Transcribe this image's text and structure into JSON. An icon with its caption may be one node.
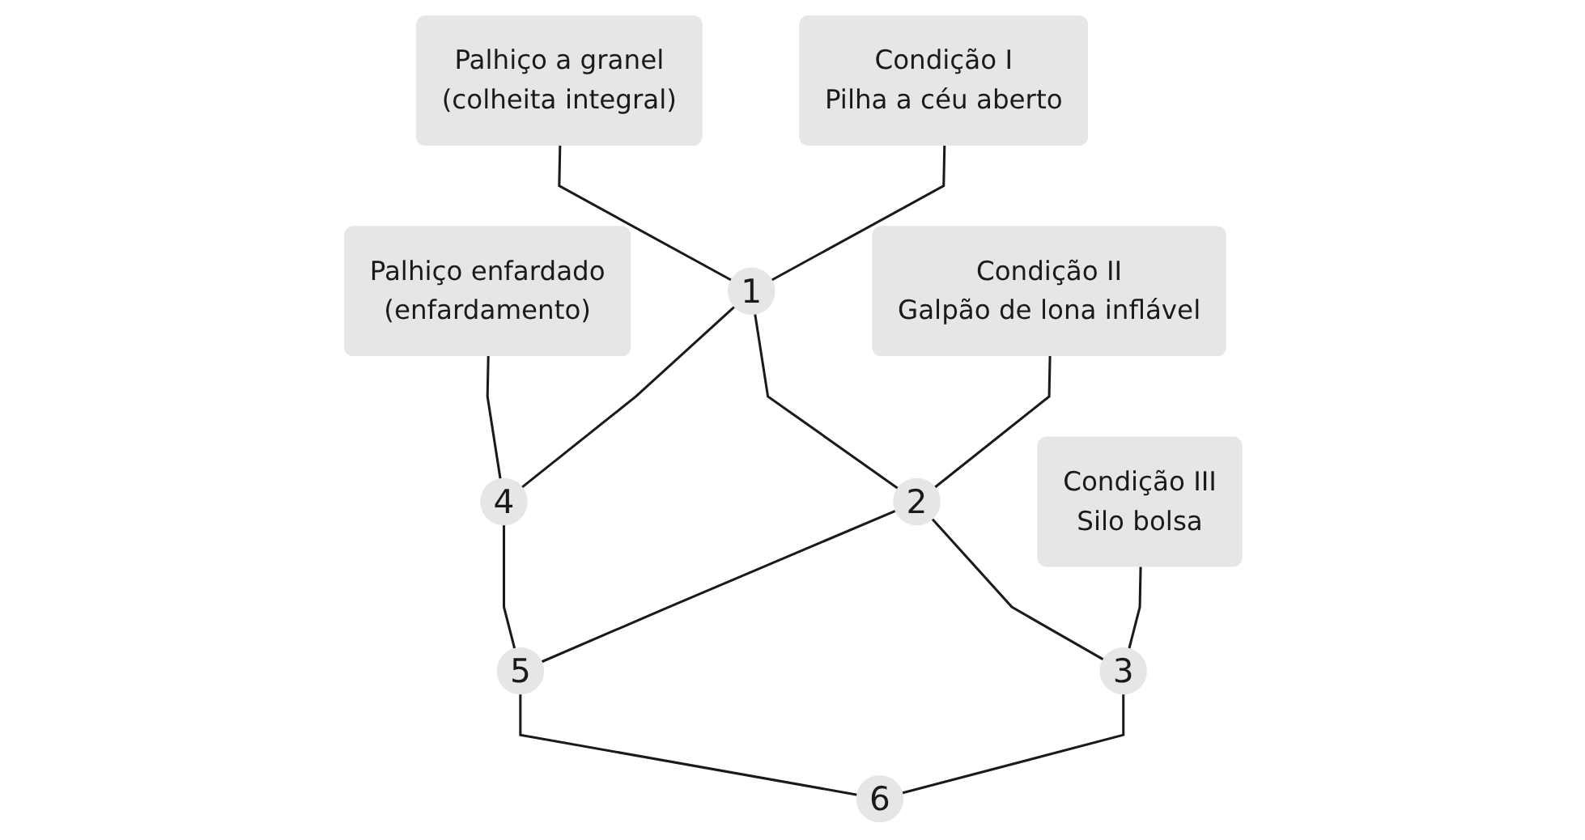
{
  "diagram": {
    "nodes": [
      {
        "text": [
          "Palhiço a granel",
          "(colheita integral)"
        ]
      },
      {
        "text": [
          "Palhiço enfardado",
          "(enfardamento)"
        ]
      },
      {
        "text": [
          "Condição I",
          "Pilha a céu aberto"
        ]
      },
      {
        "text": [
          "1"
        ]
      },
      {
        "text": [
          "4"
        ]
      },
      {
        "text": [
          "Condição II",
          "Galpão de lona inflável"
        ]
      },
      {
        "text": [
          "2"
        ]
      },
      {
        "text": [
          "5"
        ]
      },
      {
        "text": [
          "Condição III",
          "Silo bolsa"
        ]
      },
      {
        "text": [
          "3"
        ]
      },
      {
        "text": [
          "6"
        ]
      }
    ],
    "edges": [
      {
        "from": 0,
        "to": 3,
        "arrow": "none"
      },
      {
        "from": 1,
        "to": 4,
        "arrow": "none"
      },
      {
        "from": 2,
        "to": 3,
        "arrow": "none"
      },
      {
        "from": 3,
        "to": 4,
        "arrow": "none"
      },
      {
        "from": 3,
        "to": 6,
        "arrow": "none"
      },
      {
        "from": 4,
        "to": 7,
        "arrow": "none"
      },
      {
        "from": 5,
        "to": 6,
        "arrow": "none"
      },
      {
        "from": 6,
        "to": 7,
        "arrow": "none"
      },
      {
        "from": 6,
        "to": 9,
        "arrow": "none"
      },
      {
        "from": 7,
        "to": 10,
        "arrow": "none"
      },
      {
        "from": 8,
        "to": 9,
        "arrow": "none"
      },
      {
        "from": 9,
        "to": 10,
        "arrow": "none"
      }
    ]
  }
}
